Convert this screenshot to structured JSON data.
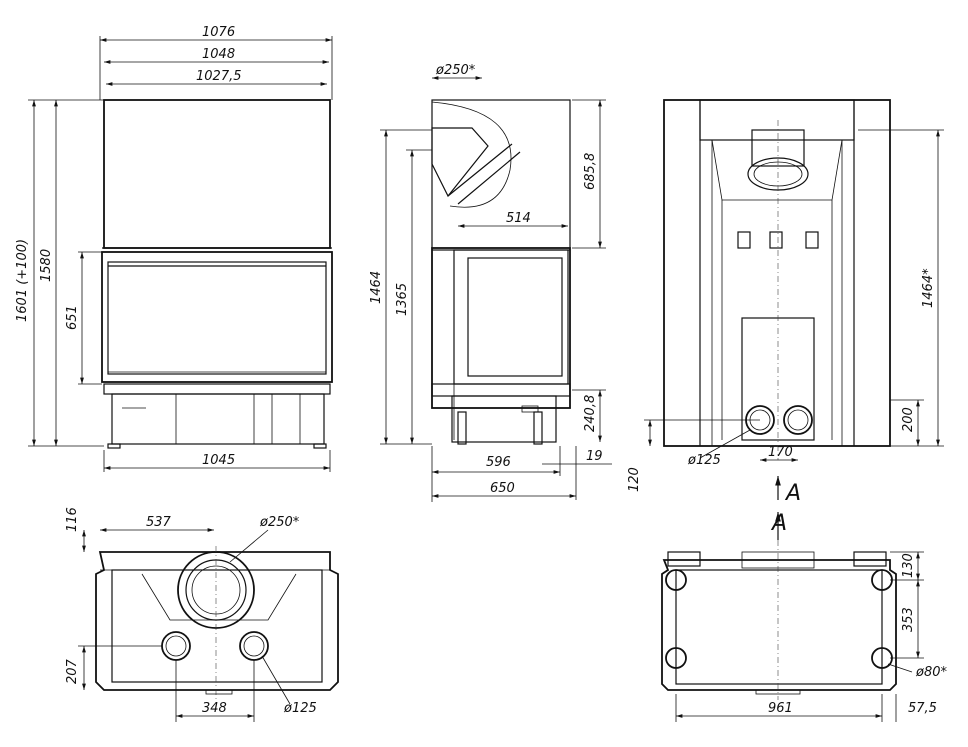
{
  "front": {
    "w_total": "1076",
    "w_mid": "1048",
    "w_inner": "1027,5",
    "h_total": "1601 (+100)",
    "h_main": "1580",
    "h_door": "651",
    "w_base": "1045"
  },
  "side": {
    "flue": "ø250*",
    "h_hood": "685,8",
    "depth_top": "514",
    "h_total": "1464",
    "h_body": "1365",
    "h_low": "240,8",
    "d_base": "596",
    "offset": "19",
    "d_total": "650"
  },
  "rear": {
    "h_right": "1464*",
    "h_outlet": "200",
    "h_ground": "120",
    "outlet_d": "ø125",
    "outlet_gap": "170",
    "arrow_label": "A"
  },
  "top": {
    "depth": "116",
    "offset": "537",
    "flue": "ø250*",
    "h_left": "207",
    "spacing": "348",
    "outlet_d": "ø125"
  },
  "bottom": {
    "label": "A",
    "h_top": "130",
    "h_mid": "353",
    "foot_d": "ø80*",
    "width": "961",
    "edge": "57,5"
  }
}
